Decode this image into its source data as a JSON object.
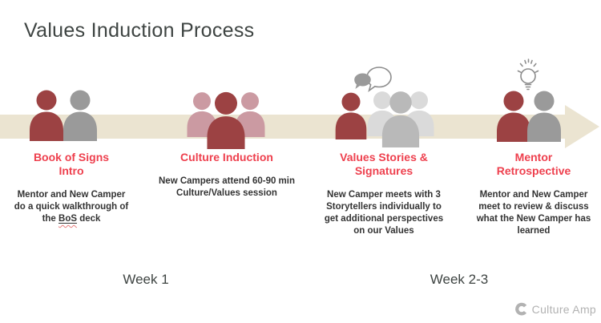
{
  "title": "Values Induction Process",
  "colors": {
    "title": "#3e4442",
    "accent_red": "#ee404e",
    "band": "#ebe4d1",
    "person_red": "#9c4243",
    "person_pink": "#cb9aa2",
    "person_gray": "#9a9a9a",
    "person_light_gray": "#dadada",
    "person_mid_gray": "#b9b9b9",
    "icon_stroke": "#8d8d8d",
    "body_text": "#333333",
    "logo_gray": "#b2b2b2"
  },
  "stages": [
    {
      "heading_lines": [
        "Book of Signs",
        "Intro"
      ],
      "body_pre": "Mentor and New Camper do a quick walkthrough of the ",
      "body_link": "BoS",
      "body_post": " deck",
      "icon": "people-pair-icon"
    },
    {
      "heading_lines": [
        "Culture Induction"
      ],
      "body": "New Campers attend 60-90 min Culture/Values session",
      "icon": "people-trio-icon"
    },
    {
      "heading_lines": [
        "Values Stories &",
        "Signatures"
      ],
      "body": "New Camper meets with 3 Storytellers individually to get additional perspectives on our Values",
      "icon": "person-with-speech-bubbles-and-trio-icon"
    },
    {
      "heading_lines": [
        "Mentor",
        "Retrospective"
      ],
      "body": "Mentor and New Camper meet to review & discuss what the New Camper has learned",
      "icon": "people-pair-with-lightbulb-icon"
    }
  ],
  "weeks": [
    {
      "label": "Week 1"
    },
    {
      "label": "Week 2-3"
    }
  ],
  "logo": {
    "text": "Culture Amp",
    "icon": "culture-amp-c-icon"
  }
}
